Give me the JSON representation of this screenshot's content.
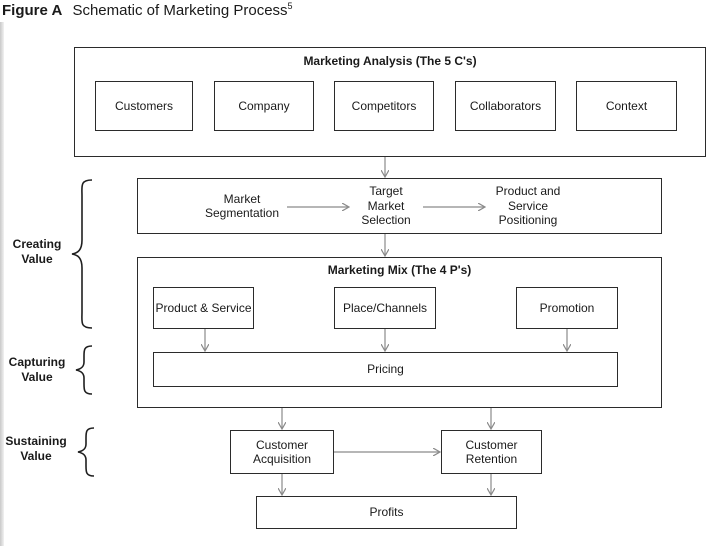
{
  "figure": {
    "label": "Figure A",
    "title": "Schematic of Marketing Process",
    "superscript": "5"
  },
  "analysis": {
    "heading": "Marketing Analysis (The 5 C's)",
    "items": [
      "Customers",
      "Company",
      "Competitors",
      "Collaborators",
      "Context"
    ]
  },
  "stp": {
    "segmentation": "Market\nSegmentation",
    "targeting": "Target\nMarket\nSelection",
    "positioning": "Product and\nService\nPositioning"
  },
  "mix": {
    "heading": "Marketing Mix (The 4 P's)",
    "product": "Product & Service",
    "place": "Place/Channels",
    "promotion": "Promotion",
    "pricing": "Pricing"
  },
  "outcomes": {
    "acquisition": "Customer\nAcquisition",
    "retention": "Customer\nRetention",
    "profits": "Profits"
  },
  "side_labels": {
    "creating": "Creating\nValue",
    "capturing": "Capturing\nValue",
    "sustaining": "Sustaining\nValue"
  },
  "colors": {
    "line": "#2b2b2b",
    "arrow": "#8a8a8a"
  }
}
